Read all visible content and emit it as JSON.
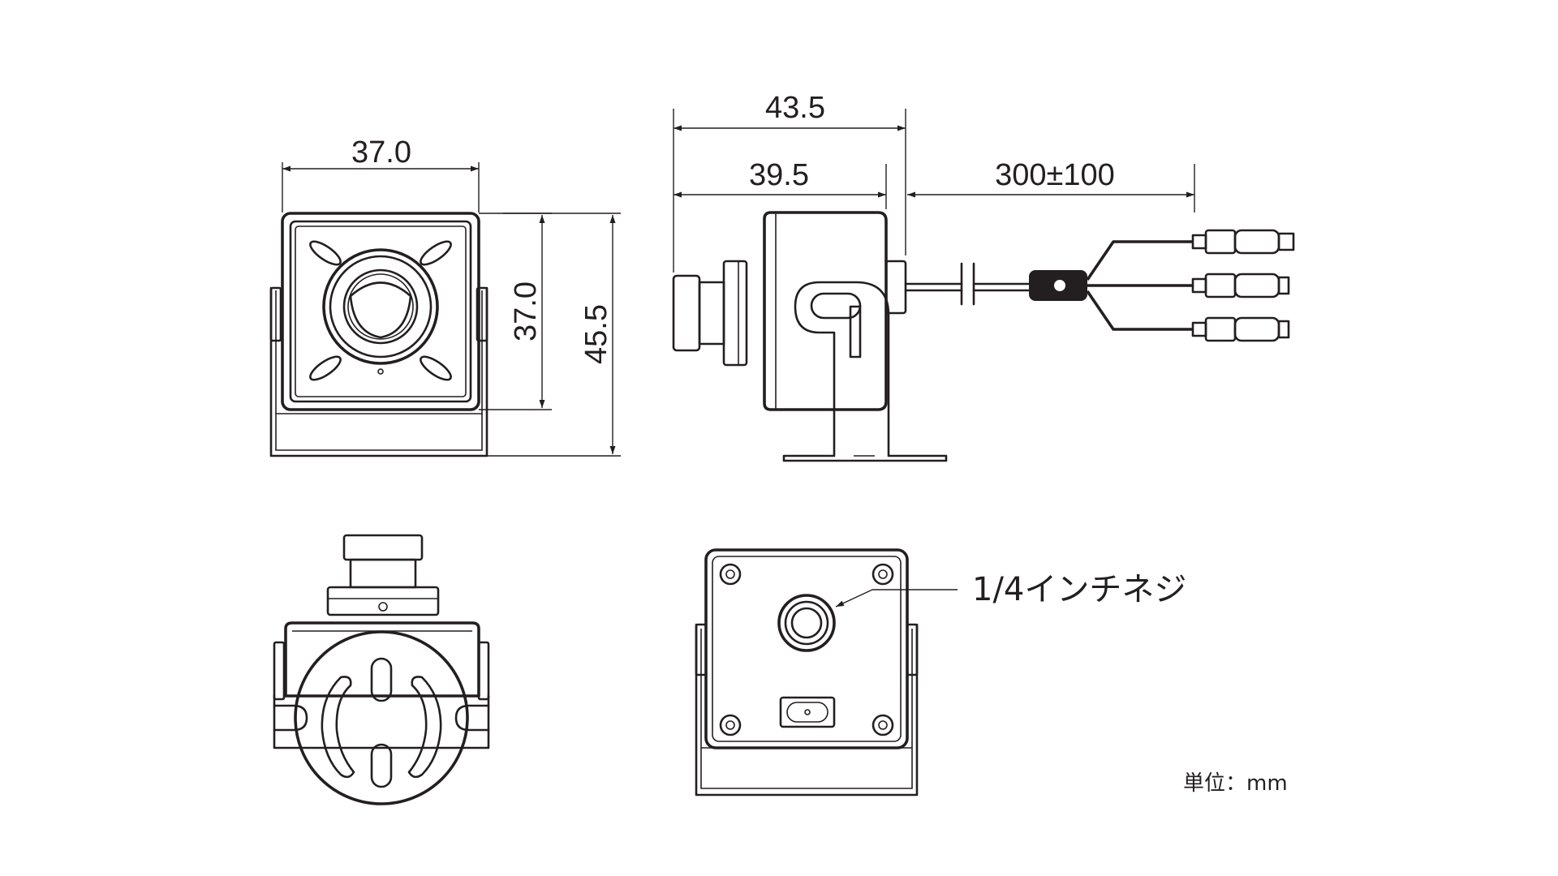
{
  "dimensions": {
    "front_width": "37.0",
    "front_body_height": "37.0",
    "front_total_height": "45.5",
    "side_total_length": "43.5",
    "side_body_length": "39.5",
    "cable_length": "300±100"
  },
  "annotations": {
    "screw_label": "1/4インチネジ",
    "unit_label": "単位：mm"
  },
  "colors": {
    "line": "#231f20",
    "background": "#ffffff"
  }
}
